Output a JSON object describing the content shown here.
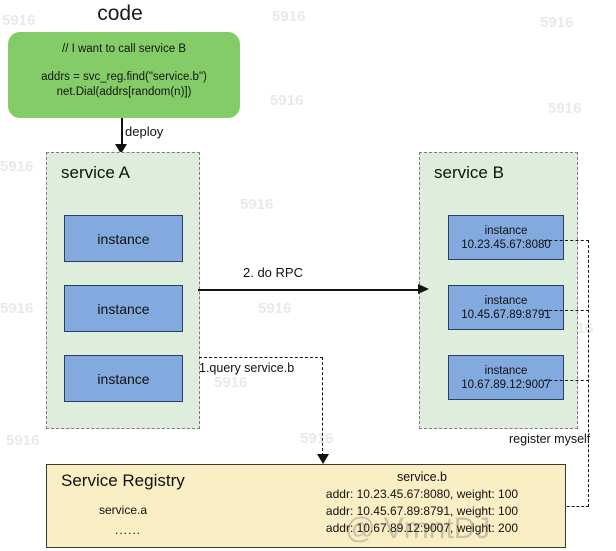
{
  "diagram": {
    "code": {
      "title": "code",
      "lines": [
        "// I want to call service B",
        "addrs = svc_reg.find(\"service.b\")",
        "net.Dial(addrs[random(n)])"
      ]
    },
    "service_a": {
      "title": "service A",
      "instances": [
        {
          "label": "instance"
        },
        {
          "label": "instance"
        },
        {
          "label": "instance"
        }
      ]
    },
    "service_b": {
      "title": "service B",
      "instances": [
        {
          "label": "instance",
          "address": "10.23.45.67:8080"
        },
        {
          "label": "instance",
          "address": "10.45.67.89:8791"
        },
        {
          "label": "instance",
          "address": "10.67.89.12:9007"
        }
      ]
    },
    "registry": {
      "title": "Service Registry",
      "service_a_entry": "service.a",
      "ellipsis": "......",
      "service_b_name": "service.b",
      "service_b_entries": [
        "addr: 10.23.45.67:8080, weight: 100",
        "addr: 10.45.67.89:8791, weight: 100",
        "addr: 10.67.89.12:9007, weight: 200"
      ]
    },
    "labels": {
      "deploy": "deploy",
      "rpc": "2. do RPC",
      "query": "1.query service.b",
      "register": "register myself"
    },
    "watermarks": {
      "tile": "5916",
      "bottom": "@ VmntDJ"
    },
    "colors": {
      "code_green": "#84cc68",
      "service_green": "#dfeedc",
      "instance_blue": "#82aade",
      "registry_yellow": "#faeec4",
      "line": "#111111"
    }
  }
}
